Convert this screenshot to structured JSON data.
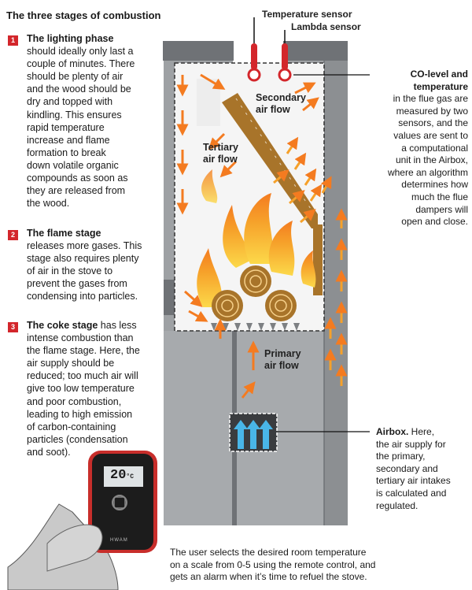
{
  "title": "The three stages of combustion",
  "stages": [
    {
      "num": "1",
      "heading": "The lighting phase",
      "lines": [
        "should ideally only last a",
        "couple of minutes. There",
        "should be plenty of air",
        "and the wood should be",
        "dry and topped with",
        "kindling. This ensures",
        "rapid temperature",
        "increase and flame",
        "formation to break",
        "down volatile organic",
        "compounds as soon as",
        "they are released from",
        "the wood."
      ]
    },
    {
      "num": "2",
      "heading": "The flame stage",
      "lines": [
        "releases more gases. This",
        "stage also requires plenty",
        "of air in the stove to",
        "prevent the gases from",
        "condensing into particles."
      ]
    },
    {
      "num": "3",
      "heading": "The coke stage",
      "heading_tail": " has less",
      "lines": [
        "intense combustion than",
        "the flame stage. Here, the",
        "air supply should be",
        "reduced; too much air will",
        "give too low temperature",
        "and poor combustion,",
        "leading to high emission",
        "of carbon-containing",
        "particles (condensation",
        "and soot)."
      ]
    }
  ],
  "sensors": {
    "temperature": "Temperature sensor",
    "lambda": "Lambda sensor"
  },
  "co_callout": {
    "heading_lines": [
      "CO-level and",
      "temperature"
    ],
    "lines": [
      "in the flue gas are",
      "measured by two",
      "sensors, and the",
      "values are sent to",
      "a computational",
      "unit in the Airbox,",
      "where an algorithm",
      "determines how",
      "much the flue",
      "dampers will",
      "open and close."
    ]
  },
  "airbox_callout": {
    "heading": "Airbox.",
    "heading_tail": " Here,",
    "lines": [
      "the air supply for",
      "the primary,",
      "secondary and",
      "tertiary air intakes",
      "is calculated and",
      "regulated."
    ]
  },
  "flows": {
    "secondary": [
      "Secondary",
      "air flow"
    ],
    "tertiary": [
      "Tertiary",
      "air flow"
    ],
    "primary": [
      "Primary",
      "air flow"
    ]
  },
  "remote": {
    "display": "20",
    "unit": "°C",
    "brand": "HWAM"
  },
  "footer": [
    "The user selects the desired room temperature",
    "on a scale from 0-5 using the remote control, and",
    "gets an alarm when it’s time to refuel the stove."
  ],
  "colors": {
    "badge": "#d3262b",
    "stove_body": "#9ea1a4",
    "stove_dark": "#7d8083",
    "baffle": "#a8742a",
    "flame_outer": "#f47b20",
    "flame_inner": "#fcd94a",
    "sensor": "#d3262b",
    "airbox_arrow": "#49b6e8"
  }
}
